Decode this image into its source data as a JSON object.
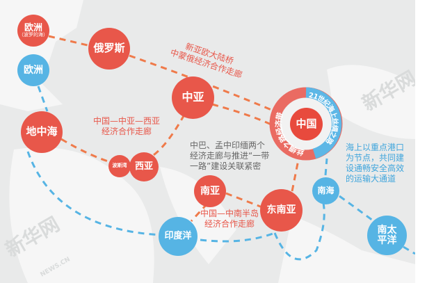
{
  "colors": {
    "silk_road": "#e8574a",
    "maritime": "#56b4e4",
    "route_orange": "#ef7a4a",
    "background": "#e9eaea",
    "note_gray": "#666666"
  },
  "nodes": {
    "europe_baltic": {
      "label": "欧洲",
      "sub": "（波罗的海）"
    },
    "russia": "俄罗斯",
    "europe_sea": "欧洲",
    "central_asia": "中亚",
    "mediterranean": "地中海",
    "persian_gulf": "波斯湾",
    "west_asia": "西亚",
    "south_asia": "南亚",
    "southeast_asia": "东南亚",
    "indian_ocean": "印度洋",
    "china": "中国",
    "south_china_sea": "南海",
    "south_pacific": [
      "南太",
      "平洋"
    ]
  },
  "ring": {
    "silk_road_belt": "丝绸之路经济带",
    "maritime_road": "21世纪海上丝绸之路"
  },
  "notes": {
    "new_eurasia": [
      "新亚欧大陆桥",
      "中蒙俄经济合作走廊"
    ],
    "central_west_asia": [
      "中国—中亚—西亚",
      "经济合作走廊"
    ],
    "pakistan_bcim": [
      "中巴、孟中印缅两个",
      "经济走廊与推进“一带",
      "一路”建设关联紧密"
    ],
    "indochina": [
      "中国—中南半岛",
      "经济合作走廊"
    ],
    "maritime": [
      "海上以重点港口",
      "为节点，共同建",
      "设通畅安全高效",
      "的运输大通道"
    ]
  },
  "watermark": {
    "text": "新华网",
    "url_text": "NEWS.CN"
  }
}
